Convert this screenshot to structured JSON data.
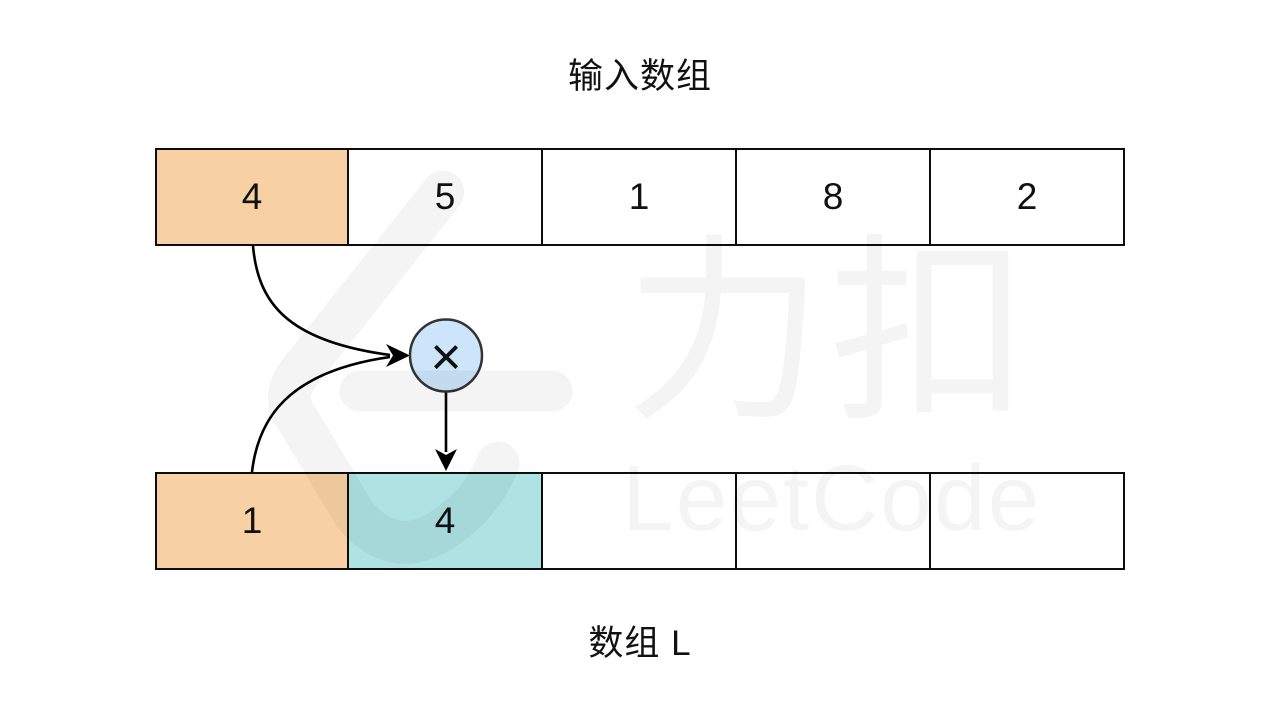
{
  "title": "输入数组",
  "arrays": {
    "input": {
      "cells": [
        {
          "value": "4",
          "highlight": "orange"
        },
        {
          "value": "5",
          "highlight": "none"
        },
        {
          "value": "1",
          "highlight": "none"
        },
        {
          "value": "8",
          "highlight": "none"
        },
        {
          "value": "2",
          "highlight": "none"
        }
      ]
    },
    "output": {
      "label": "数组 L",
      "cells": [
        {
          "value": "1",
          "highlight": "orange"
        },
        {
          "value": "4",
          "highlight": "teal"
        },
        {
          "value": "",
          "highlight": "none"
        },
        {
          "value": "",
          "highlight": "none"
        },
        {
          "value": "",
          "highlight": "none"
        }
      ]
    }
  },
  "operator": {
    "symbol": "×"
  },
  "watermark": {
    "text_cn": "力扣",
    "text_en": "LeetCode"
  },
  "colors": {
    "cell_orange": "#F7D1A3",
    "cell_teal": "#AFE2E3",
    "operator_fill": "#CCE5FA",
    "operator_border": "#333333",
    "line": "#000000",
    "watermark": "rgba(0,0,0,0.042)"
  }
}
